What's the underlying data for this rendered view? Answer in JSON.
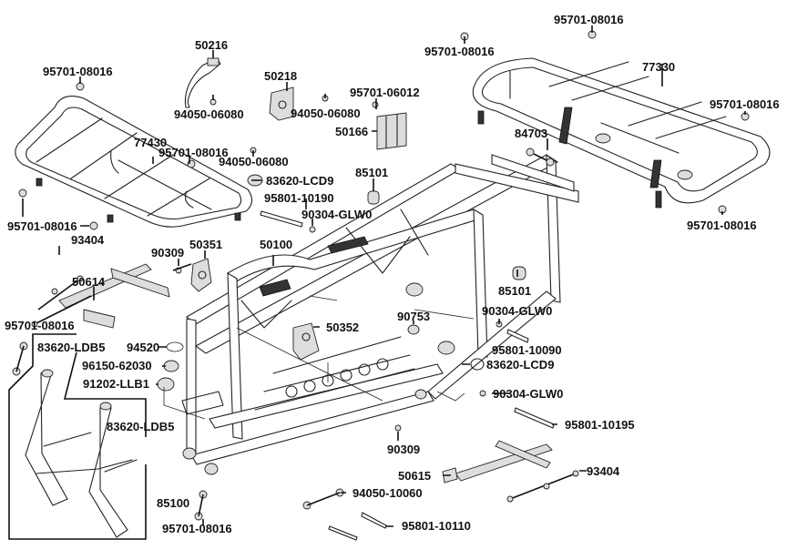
{
  "diagram": {
    "title": "ATV Frame Parts Diagram",
    "labels": {
      "rear_rack_bolt_top": "95701-08016",
      "rear_rack_bolt_left": "95701-08016",
      "rear_rack": "77330",
      "rear_rack_bolt_right": "95701-08016",
      "rear_rack_bolt_bottom": "95701-08016",
      "damper": "84703",
      "front_rack_bolt_top": "95701-08016",
      "bracket_50216": "50216",
      "screw_94050_a": "94050-06080",
      "bracket_50218": "50218",
      "screw_94050_b": "94050-06080",
      "bolt_95701_06012": "95701-06012",
      "bracket_50166": "50166",
      "front_rack": "77430",
      "front_rack_bolt_mid": "95701-08016",
      "screw_94050_c": "94050-06080",
      "cap_83620_lcd9_a": "83620-LCD9",
      "collar_85101_a": "85101",
      "bolt_95801_10190": "95801-10190",
      "nut_90304_a": "90304-GLW0",
      "front_rack_bolt_low": "95701-08016",
      "bolt_93404_a": "93404",
      "nut_90309_a": "90309",
      "bracket_50351": "50351",
      "frame": "50100",
      "footrest_left": "50614",
      "collar_85101_b": "85101",
      "nut_90304_b": "90304-GLW0",
      "bracket_50352": "50352",
      "collar_90753": "90753",
      "guard_bolt_top": "95701-08016",
      "cap_83620_ldb5_a": "83620-LDB5",
      "clip_94520": "94520",
      "seal_96150": "96150-62030",
      "bushing_91202": "91202-LLB1",
      "bolt_95801_10090": "95801-10090",
      "cap_83620_lcd9_b": "83620-LCD9",
      "nut_90304_c": "90304-GLW0",
      "cap_83620_ldb5_b": "83620-LDB5",
      "bolt_95801_10195": "95801-10195",
      "nut_90309_b": "90309",
      "guard": "85100",
      "footrest_right": "50615",
      "bolt_93404_b": "93404",
      "screw_94050_10060": "94050-10060",
      "guard_bolt_bottom": "95701-08016",
      "bolt_95801_10110": "95801-10110"
    }
  }
}
